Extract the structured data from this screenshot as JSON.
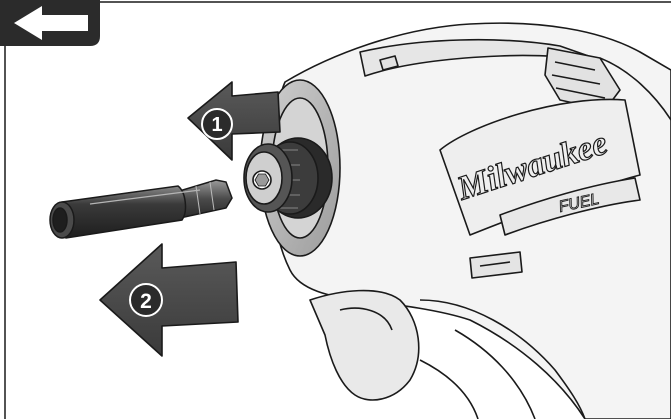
{
  "illustration": {
    "brand_logo_text": "Milwaukee",
    "fuel_mark_text": "FUEL",
    "colors": {
      "outline": "#1a1a1a",
      "tool_fill": "#f2f2f2",
      "tool_shade": "#d9d9d9",
      "arrow_dark": "#4a4a4a",
      "arrow_mid": "#6b6b6b",
      "badge": "#2b2b2b",
      "number_text": "#ffffff"
    },
    "icons": [
      "back-arrow-icon",
      "pull-collar-arrow-icon",
      "remove-bit-arrow-icon"
    ]
  },
  "steps": [
    {
      "number": "1"
    },
    {
      "number": "2"
    }
  ]
}
